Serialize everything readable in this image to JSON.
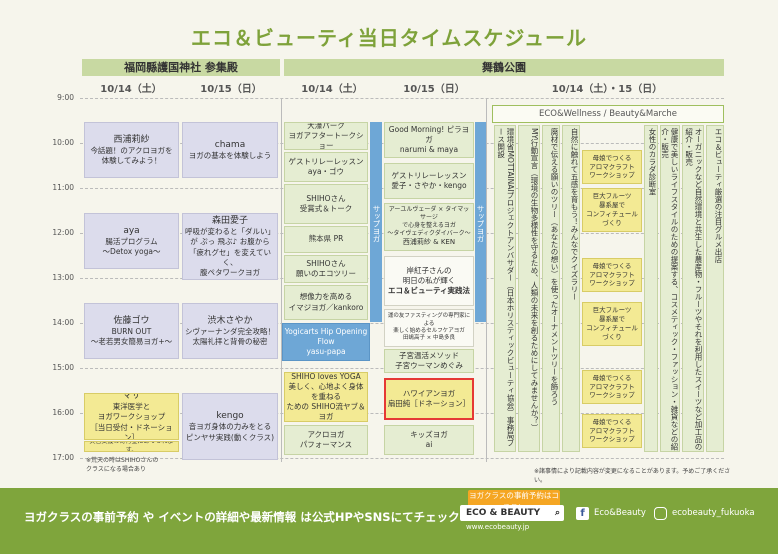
{
  "title": "エコ＆ビューティ当日タイムスケジュール",
  "venues": {
    "left": "福岡縣護国神社 参集殿",
    "right": "舞鶴公園"
  },
  "dates": {
    "d1": "10/14（土）",
    "d2": "10/15（日）",
    "d3": "10/14（土）",
    "d4": "10/15（日）",
    "d5": "10/14（土）・15（日）"
  },
  "times": [
    "9:00",
    "10:00",
    "11:00",
    "12:00",
    "13:00",
    "14:00",
    "15:00",
    "16:00",
    "17:00"
  ],
  "col1": [
    {
      "name": "西浦莉紗",
      "lines": [
        "今話題！のアクロヨガを",
        "体験してみよう！"
      ]
    },
    {
      "name": "aya",
      "lines": [
        "腸活プログラム",
        "〜Detox yoga〜"
      ]
    },
    {
      "name": "佐藤ゴウ",
      "lines": [
        "BURN OUT",
        "〜老若男女簡易ヨガ+〜"
      ]
    },
    {
      "name": "マサ",
      "lines": [
        "東洋医学と",
        "ヨガワークショップ",
        "［当日受付・ドネーション］"
      ]
    },
    {
      "name": "",
      "lines": [
        "災害支援の寄付金にあてられます。"
      ]
    }
  ],
  "col1_note": [
    "※荒天の時はSHIHOさんの",
    "クラスになる場合あり"
  ],
  "col2": [
    {
      "name": "chama",
      "lines": [
        "ヨガの基本を体験しよう"
      ]
    },
    {
      "name": "森田愛子",
      "lines": [
        "呼吸が変わると「ダルい」",
        "が ぷっ 飛ぶ♪ お腹から",
        "「疲れグセ」を変えていく、",
        "腹ペタワークヨガ"
      ]
    },
    {
      "name": "渋木さやか",
      "lines": [
        "シヴァーナンダ完全攻略！",
        "太陽礼拝と背骨の秘密"
      ]
    },
    {
      "name": "kengo",
      "lines": [
        "音ヨガ身体の力みをとる",
        "ピンヤサ実践(動くクラス)"
      ]
    }
  ],
  "col3": [
    {
      "lines": [
        "大濠パーク",
        "ヨガアフタートークショー"
      ]
    },
    {
      "lines": [
        "ゲストリレーレッスン",
        "aya・ゴウ"
      ]
    },
    {
      "lines": [
        "SHIHOさん",
        "受賞式＆トーク"
      ]
    },
    {
      "lines": [
        "熊本県 PR"
      ]
    },
    {
      "lines": [
        "SHIHOさん",
        "願いのエコツリー"
      ]
    },
    {
      "lines": [
        "想像力を高める",
        "イマジヨガ／kankoro"
      ]
    },
    {
      "lines": [
        "Yogicarts Hip Opening Flow",
        "yasu-papa"
      ]
    },
    {
      "lines": [
        "SHIHO loves YOGA",
        "美しく、心地よく身体を重ねる",
        "ための SHIHO流ヤブ＆ヨガ"
      ]
    },
    {
      "lines": [
        "アクロヨガ",
        "パフォーマンス"
      ]
    }
  ],
  "col4": [
    {
      "lines": [
        "Good Morning! ピラヨガ",
        "narumi & maya"
      ]
    },
    {
      "lines": [
        "ゲストリレーレッスン",
        "愛子・さやか・kengo"
      ]
    },
    {
      "lines": [
        "アーユルヴェーダ × タイマッサージ",
        "で心身を整えるヨガ",
        "〜タイヴェディクダイバーク〜",
        "西浦莉紗 & KEN"
      ]
    },
    {
      "lines": [
        "岸紅子さんの",
        "明日の私が輝く",
        "エコ＆ビューティ実践法"
      ]
    },
    {
      "lines": [
        "運の友ファスティングの専門家による",
        "楽しく始めるセルフケアヨガ",
        "田嶋高子 × 中島多良"
      ]
    },
    {
      "lines": [
        "子宮温活メソッド",
        "子宮ウーマンめぐみ"
      ]
    },
    {
      "lines": [
        "ハワイアンヨガ",
        "扇田純［ドネーション］"
      ]
    },
    {
      "lines": [
        "キッズヨガ",
        "ai"
      ]
    }
  ],
  "stage_strip": "サップヨガ",
  "right_header": "ECO&Wellness / Beauty&Marche",
  "vcols": [
    "環境省MOTTAINAIプロジェクトアンバサダー（日本ホリスティックビューティ協会）事務局ブース開設",
    "MY行動宣言（環境の生物多様性を守るため、人類の未来を創るためにしてみませんか？）",
    "廃材で伝える願いのツリー（あなたの想い）を使ったオーナメントツリーを飾ろう",
    "自然に触れて五感を育もう！みんなでクイズラリー",
    "女性のカラダ診断室",
    "健康で美しいライフスタイルのための提案する、コスメティック・ファッション・雑貨などの紹介・販売",
    "オーガニックなど自然環境と共生した農産物・フルーツやそれを利用したスイーツなど加工品の紹介・販売",
    "エコ＆ビューティ厳選の注目グルメ出店"
  ],
  "workshops": [
    {
      "lines": [
        "母娘でつくる",
        "アロマクラフト",
        "ワークショップ"
      ]
    },
    {
      "lines": [
        "巨大フルーツ",
        "暴系屋で",
        "コンフィチュール",
        "づくり"
      ]
    },
    {
      "lines": [
        "母娘でつくる",
        "アロマクラフト",
        "ワークショップ"
      ]
    },
    {
      "lines": [
        "巨大フルーツ",
        "暴系屋で",
        "コンフィチュール",
        "づくり"
      ]
    },
    {
      "lines": [
        "母娘でつくる",
        "アロマクラフト",
        "ワークショップ"
      ]
    },
    {
      "lines": [
        "母娘でつくる",
        "アロマクラフト",
        "ワークショップ"
      ]
    }
  ],
  "bottom_note": "※諸事情により記載内容が変更になることがあります。予めご了承ください。",
  "footer": {
    "t1": "ヨガクラスの事前予約",
    "t2": "や",
    "t3": "イベントの詳細や最新情報",
    "t4": "は公式HPやSNSにてチェック!",
    "badge": "ヨガクラスの事前予約はコチラ！",
    "eco": "ECO & BEAUTY",
    "url": "www.ecobeauty.jp",
    "fb": "Eco&Beauty",
    "ig": "ecobeauty_fukuoka"
  },
  "colors": {
    "green": "#7fa53c",
    "header": "#c8d9a2",
    "block": "#dcdcec",
    "yellow": "#f3ea94",
    "blue": "#6ea7d6",
    "highlight": "#e53935"
  }
}
